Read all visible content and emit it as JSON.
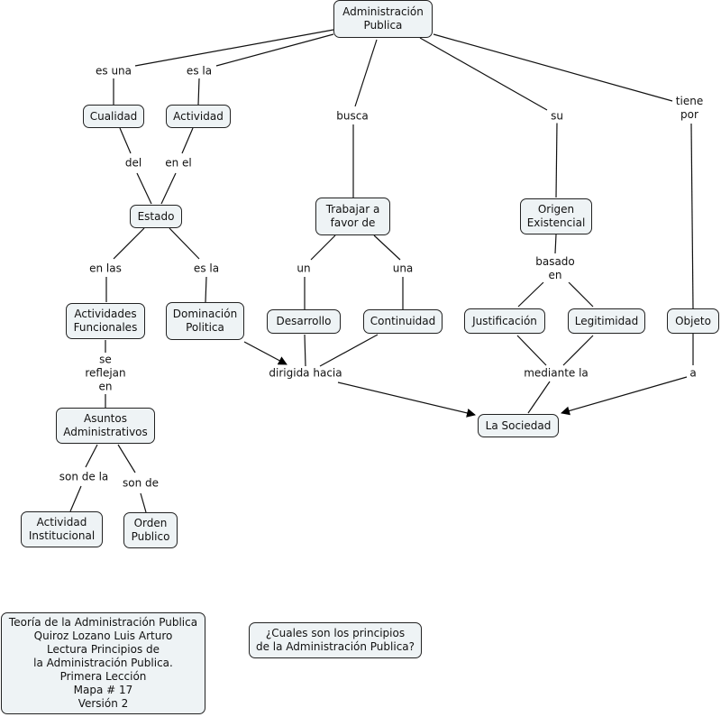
{
  "concept_map": {
    "concepts": {
      "admin_publica": "Administración\nPublica",
      "cualidad": "Cualidad",
      "actividad": "Actividad",
      "estado": "Estado",
      "actividades_funcionales": "Actividades\nFuncionales",
      "dominacion_politica": "Dominación\nPolitica",
      "asuntos_administrativos": "Asuntos\nAdministrativos",
      "actividad_institucional": "Actividad\nInstitucional",
      "orden_publico": "Orden\nPublico",
      "trabajar": "Trabajar a\nfavor de",
      "desarrollo": "Desarrollo",
      "continuidad": "Continuidad",
      "origen": "Origen\nExistencial",
      "justificacion": "Justificación",
      "legitimidad": "Legitimidad",
      "objeto": "Objeto",
      "sociedad": "La Sociedad",
      "info": "Teoría de la Administración Publica\nQuiroz Lozano Luis Arturo\nLectura Principios de\nla Administración Publica.\nPrimera Lección\nMapa # 17\nVersión 2",
      "pregunta": "¿Cuales son los principios\nde la Administración Publica?"
    },
    "linking_phrases": {
      "es_una": "es una",
      "es_la_1": "es la",
      "busca": "busca",
      "su": "su",
      "tiene_por": "tiene\npor",
      "del": "del",
      "en_el": "en el",
      "en_las": "en las",
      "es_la_2": "es la",
      "se_reflejan_en": "se\nreflejan\nen",
      "son_de_la": "son de la",
      "son_de": "son de",
      "un": "un",
      "una": "una",
      "dirigida_hacia": "dirigida hacia",
      "basado_en": "basado\nen",
      "mediante_la": "mediante la",
      "a": "a"
    }
  }
}
